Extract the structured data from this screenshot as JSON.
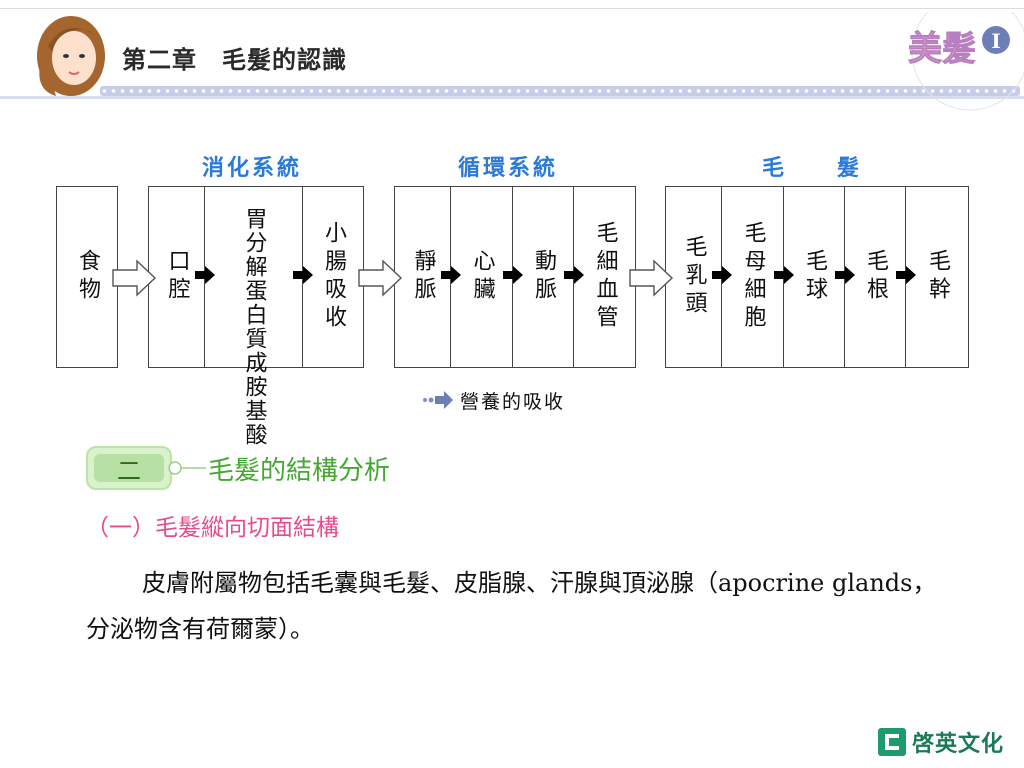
{
  "header": {
    "chapter_title": "第二章　毛髮的認識",
    "logo_text": "美髮",
    "logo_numeral": "I"
  },
  "diagram": {
    "categories": [
      "消化系統",
      "循環系統",
      "毛　　髮"
    ],
    "groups": [
      {
        "cells": [
          "食物"
        ]
      },
      {
        "cells": [
          "口腔",
          "胃分解蛋白質成胺基酸",
          "小腸吸收"
        ]
      },
      {
        "cells": [
          "靜脈",
          "心臟",
          "動脈",
          "毛細血管"
        ]
      },
      {
        "cells": [
          "毛乳頭",
          "毛母細胞",
          "毛球",
          "毛根",
          "毛幹"
        ]
      }
    ],
    "legend": "營養的吸收"
  },
  "section": {
    "number": "二",
    "title": "毛髮的結構分析",
    "subtitle": "（一）毛髮縱向切面結構",
    "paragraph": "皮膚附屬物包括毛囊與毛髮、皮脂腺、汗腺與頂泌腺（apocrine glands，分泌物含有荷爾蒙）。"
  },
  "footer": {
    "publisher": "啓英文化"
  },
  "colors": {
    "category_blue": "#2b79d9",
    "section_green": "#45a832",
    "subtitle_pink": "#e64b8c",
    "footer_green": "#1f9a6d"
  }
}
